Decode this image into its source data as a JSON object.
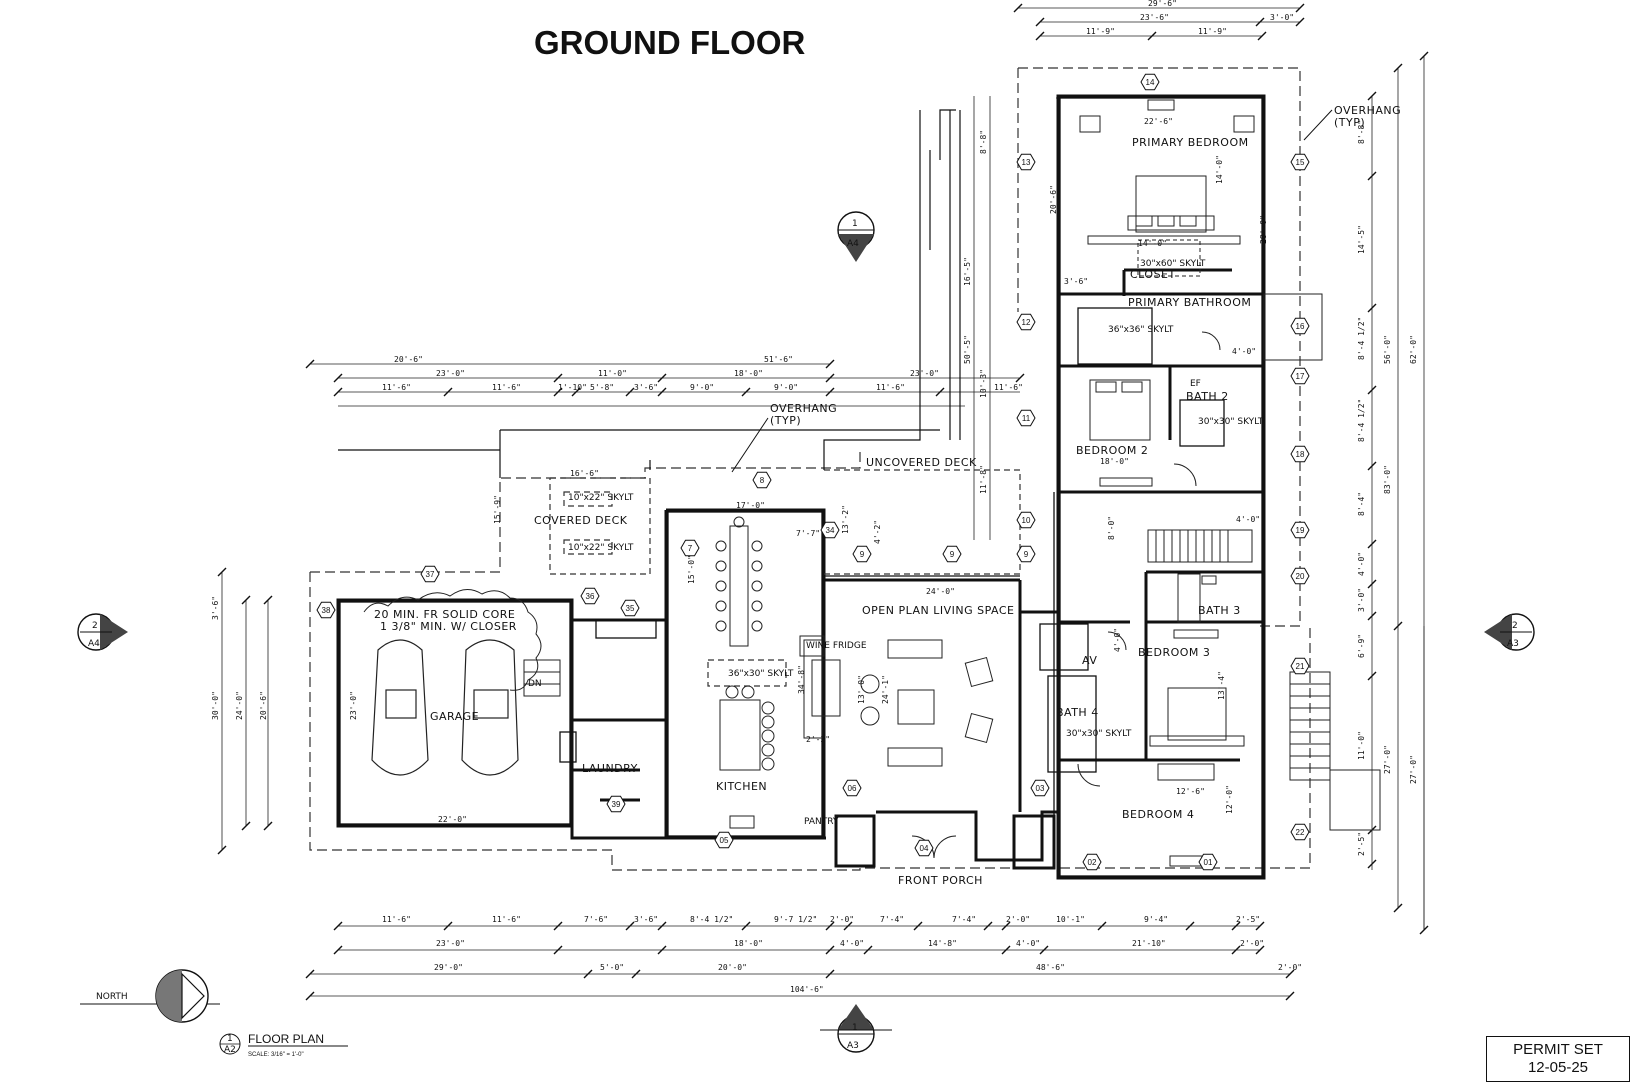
{
  "sheet": {
    "title": "GROUND FLOOR",
    "view_label": "FLOOR PLAN",
    "view_number": "1",
    "view_sheet": "A2",
    "scale": "SCALE: 3/16\" = 1'-0\"",
    "north_label": "NORTH",
    "stamp_line1": "PERMIT SET",
    "stamp_line2": "12-05-25"
  },
  "section_markers": {
    "top": {
      "number": "1",
      "sheet": "A4"
    },
    "bottom": {
      "number": "1",
      "sheet": "A3"
    },
    "left": {
      "number": "2",
      "sheet": "A4"
    },
    "right": {
      "number": "2",
      "sheet": "A3"
    }
  },
  "rooms": {
    "primary_bedroom": "PRIMARY BEDROOM",
    "closet": "CLOSET",
    "primary_bathroom": "PRIMARY BATHROOM",
    "bedroom2": "BEDROOM 2",
    "bath2": "BATH 2",
    "bath3": "BATH 3",
    "bedroom3": "BEDROOM 3",
    "bath4": "BATH 4",
    "av": "AV",
    "bedroom4": "BEDROOM 4",
    "garage": "GARAGE",
    "laundry": "LAUNDRY",
    "kitchen": "KITCHEN",
    "pantry": "PANTRY",
    "wine_fridge": "WINE FRIDGE",
    "open_plan": "OPEN PLAN LIVING SPACE",
    "uncovered_deck": "UNCOVERED DECK",
    "covered_deck": "COVERED DECK",
    "front_porch": "FRONT PORCH"
  },
  "notes": {
    "overhang1": "OVERHANG",
    "overhang1b": "(TYP)",
    "overhang2": "OVERHANG",
    "overhang2b": "(TYP)",
    "fire_door1": "20 MIN. FR SOLID CORE",
    "fire_door2": "1 3/8\" MIN. W/ CLOSER",
    "skylight_primary": "30\"x60\" SKYLT",
    "skylight_bath": "36\"x36\" SKYLT",
    "skylight_bath2": "30\"x30\" SKYLT",
    "skylight_bath4": "30\"x30\" SKYLT",
    "skylight_kitchen": "36\"x30\" SKYLT",
    "skylight_deck1": "10\"x22\" SKYLT",
    "skylight_deck2": "10\"x22\" SKYLT",
    "dn": "DN",
    "ef": "EF"
  },
  "tags": [
    "14",
    "13",
    "15",
    "12",
    "16",
    "17",
    "11",
    "18",
    "10",
    "19",
    "20",
    "21",
    "22",
    "8",
    "7",
    "9",
    "9",
    "9",
    "34",
    "35",
    "36",
    "37",
    "38",
    "39",
    "06",
    "05",
    "04",
    "03",
    "02",
    "01"
  ],
  "dims": {
    "top_overall": "29'-6\"",
    "top_a": "23'-6\"",
    "top_b": "3'-0\"",
    "top_c": "11'-9\"",
    "top_d": "11'-9\"",
    "bed_w": "22'-6\"",
    "row1_a": "20'-6\"",
    "row1_b": "51'-6\"",
    "row2_a": "23'-0\"",
    "row2_b": "11'-0\"",
    "row2_c": "18'-0\"",
    "row2_d": "23'-0\"",
    "row3_a": "11'-6\"",
    "row3_b": "11'-6\"",
    "row3_c": "1'-10\"",
    "row3_d": "5'-8\"",
    "row3_e": "3'-6\"",
    "row3_f": "9'-0\"",
    "row3_g": "9'-0\"",
    "row3_h": "11'-6\"",
    "row3_i": "11'-6\"",
    "deck_w": "16'-6\"",
    "kitchen_w": "17'-0\"",
    "living_w": "24'-0\"",
    "garage_w": "22'-0\"",
    "bed2_w": "18'-0\"",
    "bot1_a": "11'-6\"",
    "bot1_b": "11'-6\"",
    "bot1_c": "7'-6\"",
    "bot1_d": "3'-6\"",
    "bot1_e": "8'-4 1/2\"",
    "bot1_f": "9'-7 1/2\"",
    "bot1_g": "2'-0\"",
    "bot1_h": "7'-4\"",
    "bot1_i": "7'-4\"",
    "bot1_j": "2'-0\"",
    "bot1_k": "10'-1\"",
    "bot1_l": "9'-4\"",
    "bot1_m": "2'-5\"",
    "bot2_a": "23'-0\"",
    "bot2_b": "18'-0\"",
    "bot2_c": "4'-0\"",
    "bot2_d": "14'-8\"",
    "bot2_e": "4'-0\"",
    "bot2_f": "21'-10\"",
    "bot2_g": "2'-0\"",
    "bot3_a": "29'-0\"",
    "bot3_b": "5'-0\"",
    "bot3_c": "20'-0\"",
    "bot3_d": "48'-6\"",
    "bot3_e": "2'-0\"",
    "bot_overall": "104'-6\"",
    "right_a": "8'-8\"",
    "right_b": "14'-5\"",
    "right_c": "8'-4 1/2\"",
    "right_d": "8'-4 1/2\"",
    "right_e": "8'-4\"",
    "right_f": "4'-0\"",
    "right_g": "3'-0\"",
    "right_h": "6'-9\"",
    "right_i": "11'-0\"",
    "right_j": "2'-5\"",
    "right_k": "56'-0\"",
    "right_l": "62'-0\"",
    "right_m": "83'-0\"",
    "right_n": "27'-0\"",
    "right_o": "27'-0\"",
    "left_a": "3'-6\"",
    "left_b": "30'-0\"",
    "left_c": "24'-0\"",
    "left_d": "20'-6\"",
    "garage_h": "23'-0\"",
    "mid_a": "16'-5\"",
    "mid_b": "50'-5\"",
    "mid_c": "8'-8\"",
    "mid_d": "10'-3\"",
    "mid_e": "11'-8\"",
    "mid_f": "20'-6\"",
    "mid_g": "14'-0\"",
    "mid_h": "28'-0\"",
    "kit_a": "13'-2\"",
    "kit_b": "4'-2\"",
    "kit_c": "7'-7\"",
    "kit_d": "34'-8\"",
    "kit_e": "15'-0\"",
    "kit_f": "13'-0\"",
    "kit_g": "24'-1\"",
    "kit_h": "2'-2\"",
    "deck_h": "15'-9\"",
    "closet_a": "14'-0\"",
    "closet_b": "3'-6\"",
    "bath_a": "4'-0\"",
    "stair_a": "8'-0\"",
    "stair_b": "4'-0\"",
    "b3_a": "4'-0\"",
    "b3_b": "13'-4\"",
    "b4_a": "12'-6\"",
    "b4_b": "12'-0\""
  }
}
